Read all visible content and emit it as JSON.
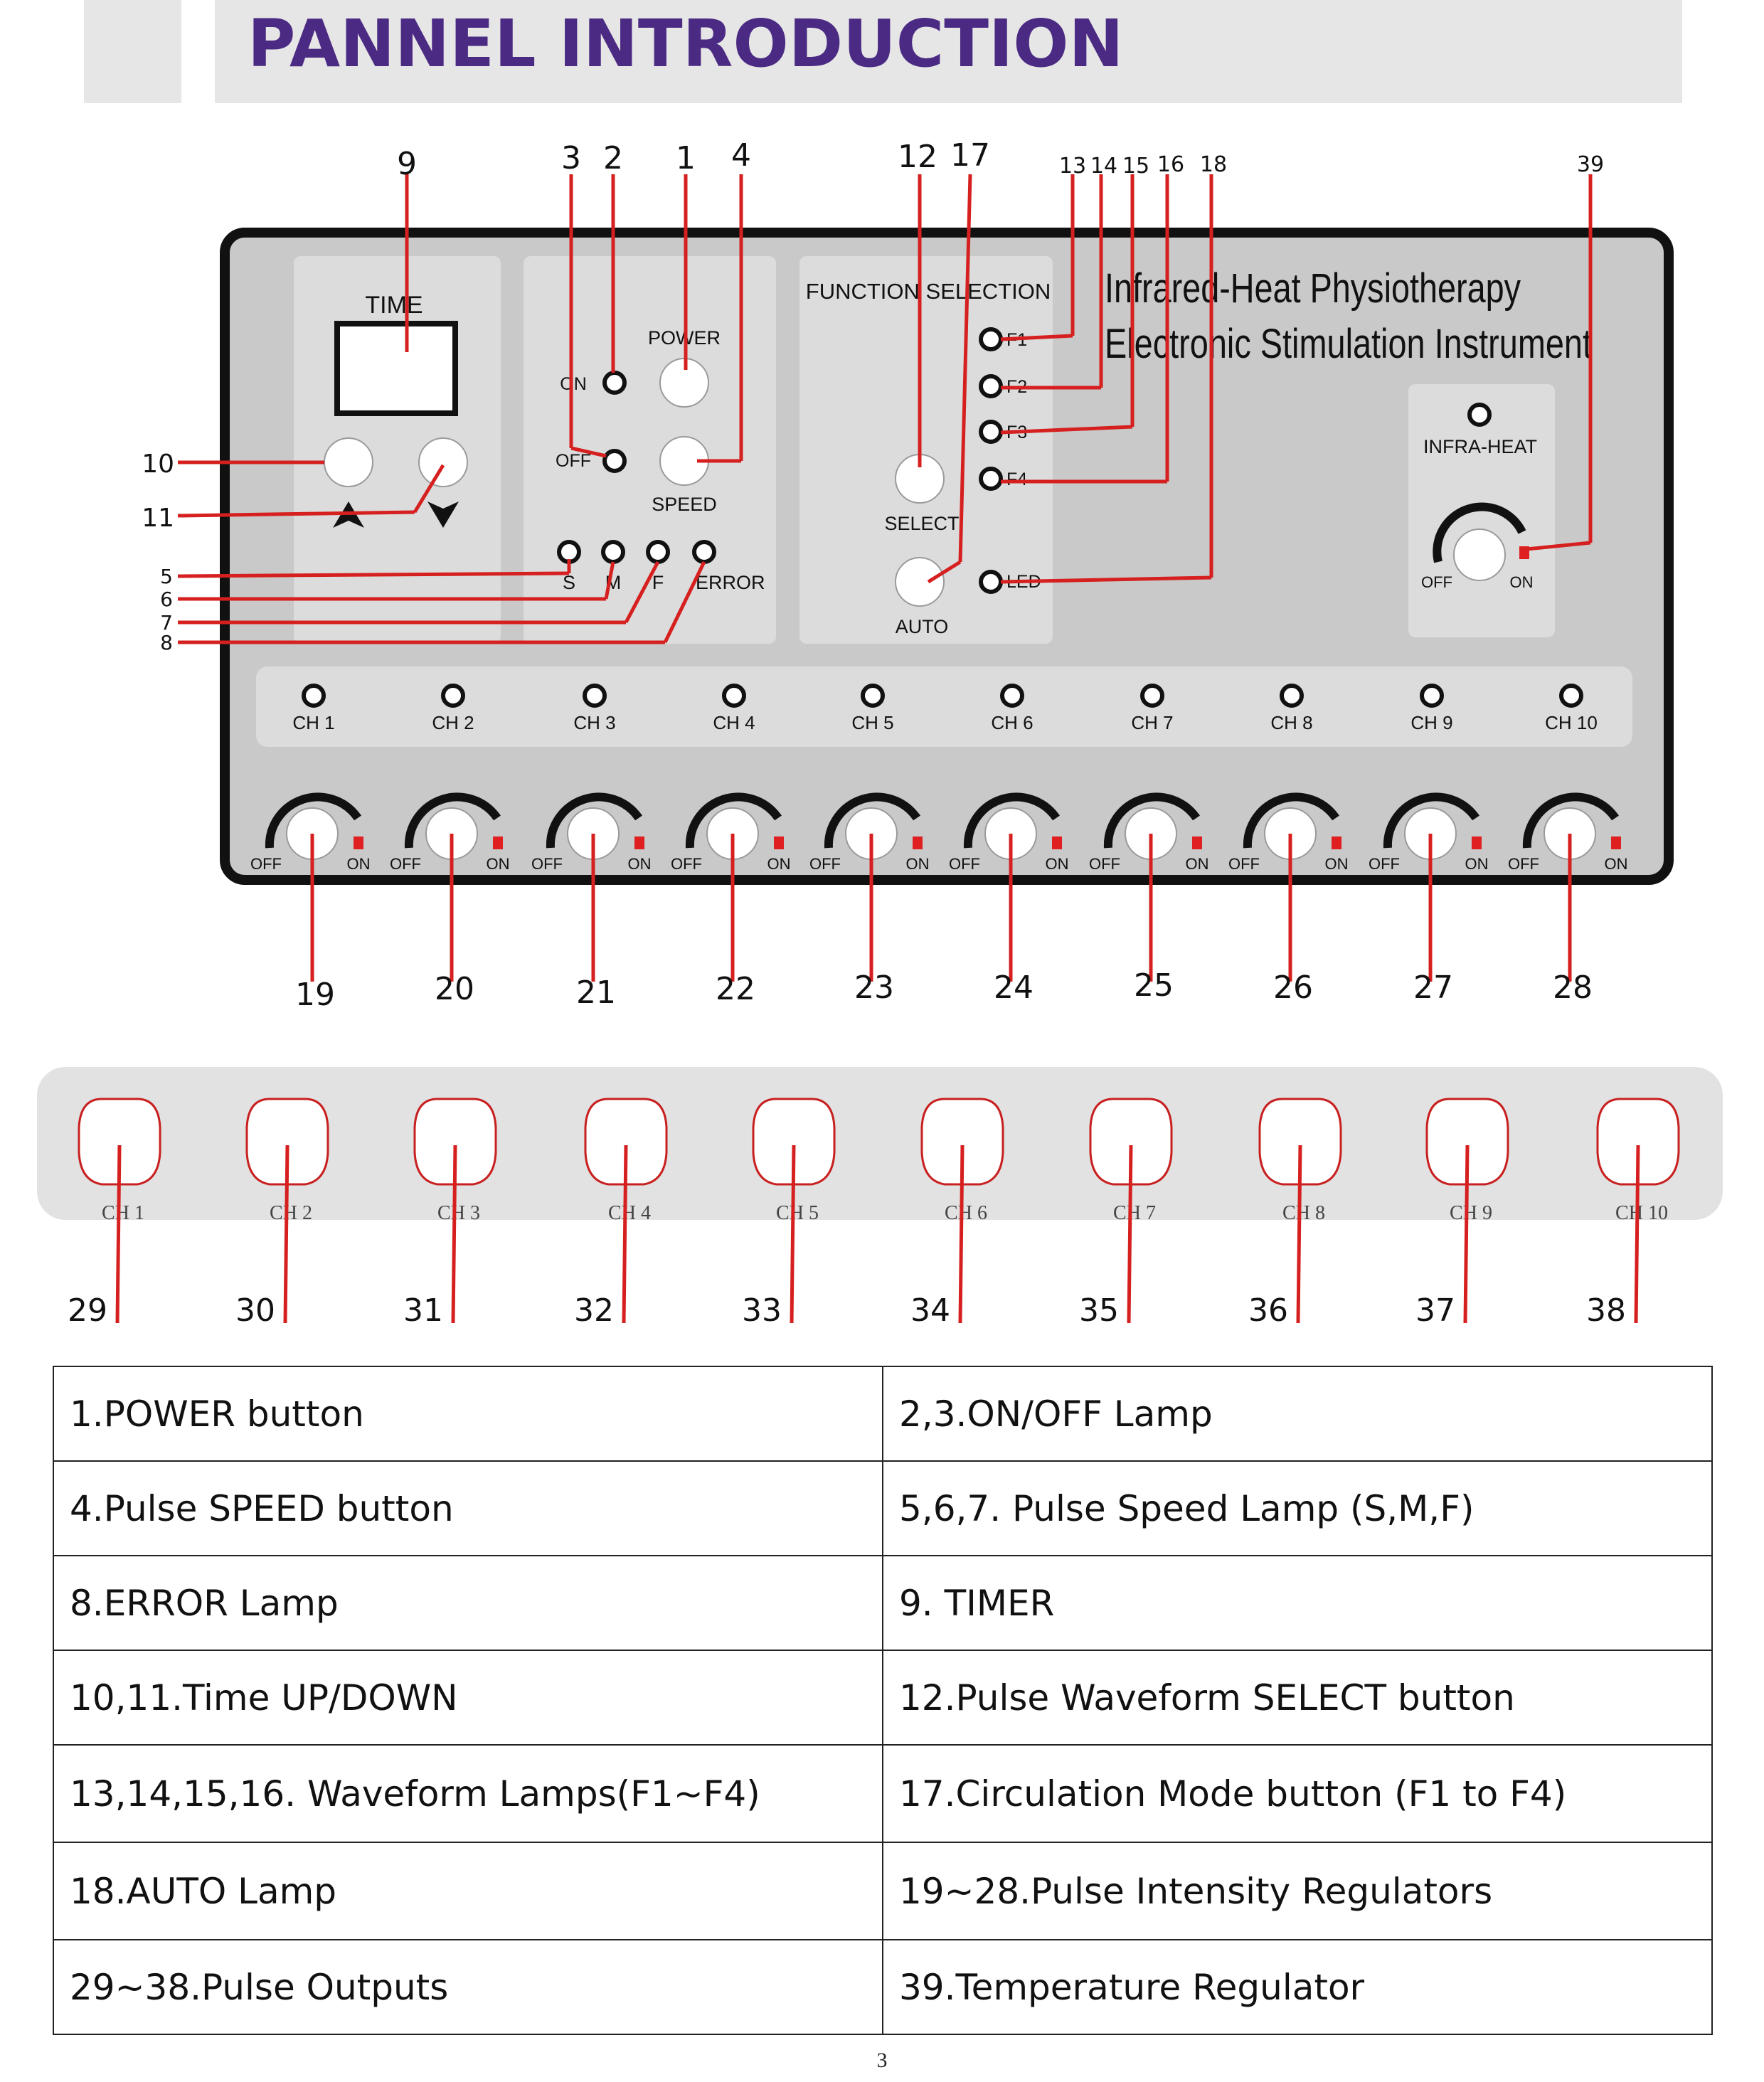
{
  "page_title": "PANNEL INTRODUCTION",
  "device": {
    "brand_line1": "Infrared-Heat Physiotherapy",
    "brand_line2": "Electronic Stimulation Instrument",
    "time_label": "TIME",
    "on_label": "ON",
    "off_label": "OFF",
    "power_label": "POWER",
    "speed_label": "SPEED",
    "speed_lamps": [
      "S",
      "M",
      "F",
      "ERROR"
    ],
    "function_title": "FUNCTION SELECTION",
    "select_label": "SELECT",
    "auto_label": "AUTO",
    "waveform_lamps": [
      "F1",
      "F2",
      "F3",
      "F4"
    ],
    "led_label": "LED",
    "infra_heat_label": "INFRA-HEAT",
    "knob_off": "OFF",
    "knob_on": "ON",
    "channels": [
      "CH 1",
      "CH 2",
      "CH 3",
      "CH 4",
      "CH 5",
      "CH 6",
      "CH 7",
      "CH 8",
      "CH 9",
      "CH 10"
    ],
    "output_labels": [
      "CH 1",
      "CH 2",
      "CH 3",
      "CH 4",
      "CH 5",
      "CH 6",
      "CH 7",
      "CH 8",
      "CH 9",
      "CH 10"
    ]
  },
  "callouts": {
    "top": [
      "9",
      "3",
      "2",
      "1",
      "4",
      "12",
      "17",
      "13",
      "14",
      "15",
      "16",
      "18",
      "39"
    ],
    "left": [
      "10",
      "11",
      "5",
      "6",
      "7",
      "8"
    ],
    "regulators": [
      "19",
      "20",
      "21",
      "22",
      "23",
      "24",
      "25",
      "26",
      "27",
      "28"
    ],
    "outputs": [
      "29",
      "30",
      "31",
      "32",
      "33",
      "34",
      "35",
      "36",
      "37",
      "38"
    ]
  },
  "legend": [
    [
      "1.POWER button",
      "2,3.ON/OFF Lamp"
    ],
    [
      "4.Pulse SPEED button",
      "5,6,7. Pulse Speed Lamp (S,M,F)"
    ],
    [
      "8.ERROR Lamp",
      "9. TIMER"
    ],
    [
      "10,11.Time UP/DOWN",
      "12.Pulse Waveform SELECT button"
    ],
    [
      "13,14,15,16. Waveform Lamps(F1~F4)",
      "17.Circulation Mode button (F1 to F4)"
    ],
    [
      "18.AUTO Lamp",
      "19~28.Pulse Intensity Regulators"
    ],
    [
      "29~38.Pulse Outputs",
      "39.Temperature Regulator"
    ]
  ],
  "page_number": "3"
}
